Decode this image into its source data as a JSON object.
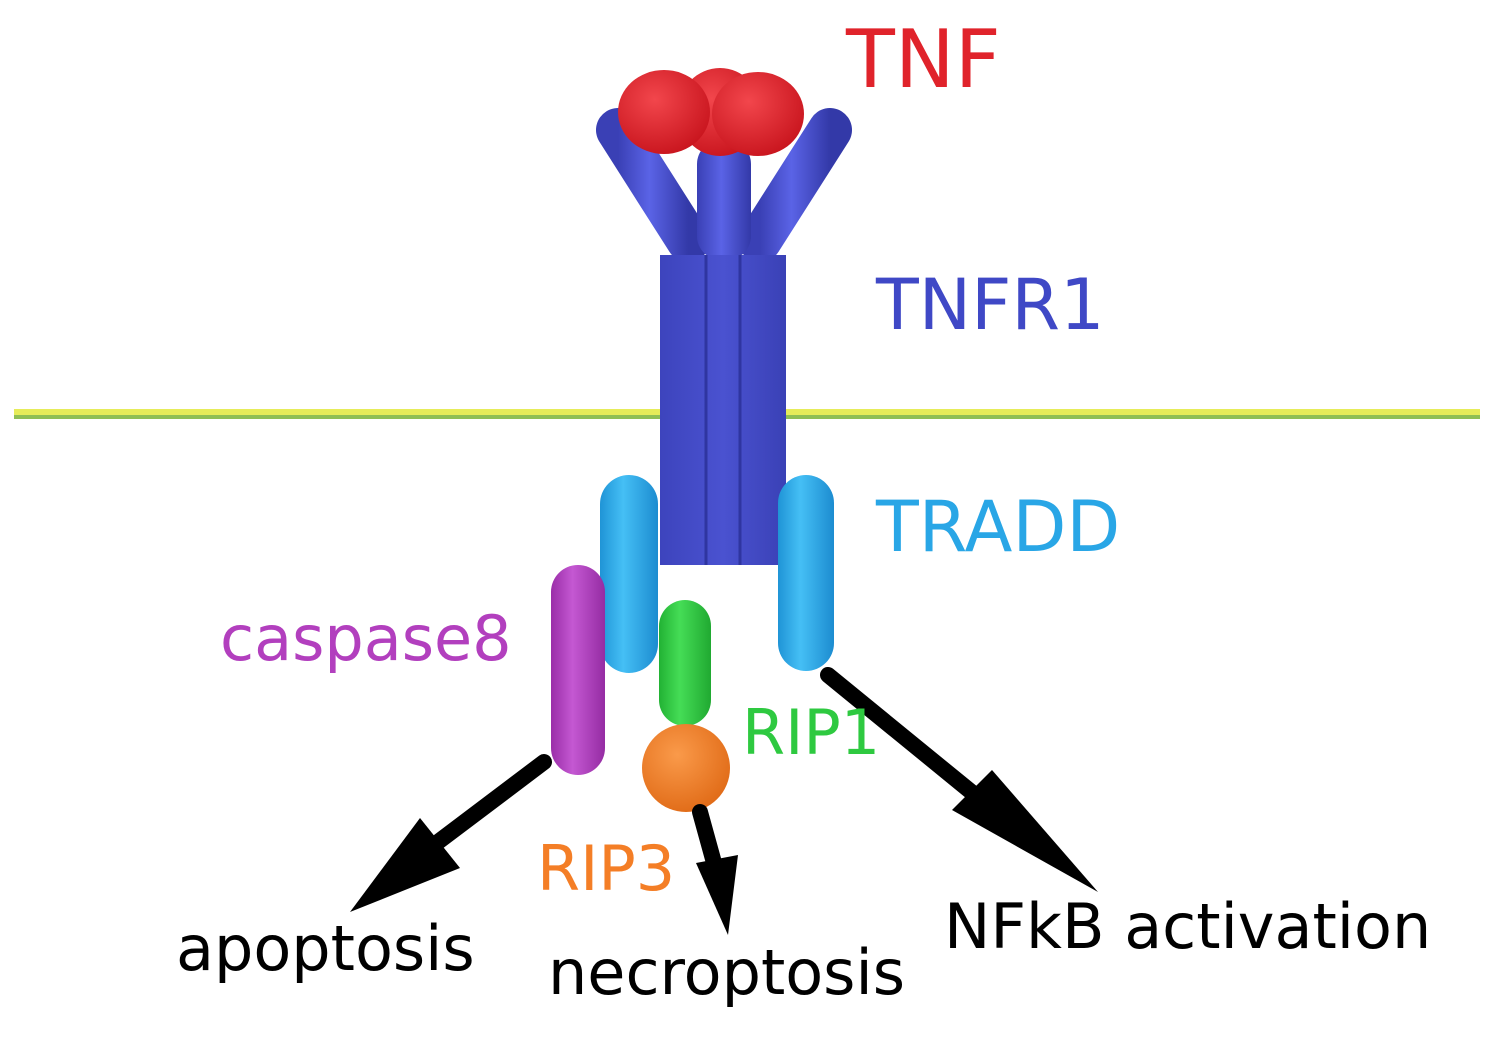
{
  "labels": {
    "tnf": "TNF",
    "tnfr1": "TNFR1",
    "tradd": "TRADD",
    "caspase8": "caspase8",
    "rip1": "RIP1",
    "rip3": "RIP3",
    "apoptosis": "apoptosis",
    "necroptosis": "necroptosis",
    "nfkb": "NFkB activation"
  },
  "colors": {
    "tnf": "#e0232b",
    "tnfr1": "#3f48c6",
    "tradd": "#29a6e6",
    "caspase8": "#b23fbe",
    "rip1": "#2ec940",
    "rip3": "#f47e26",
    "membrane": "#e6ec5a",
    "membrane_edge": "#8fbf55",
    "arrow": "#000000",
    "outcome_text": "#000000"
  }
}
